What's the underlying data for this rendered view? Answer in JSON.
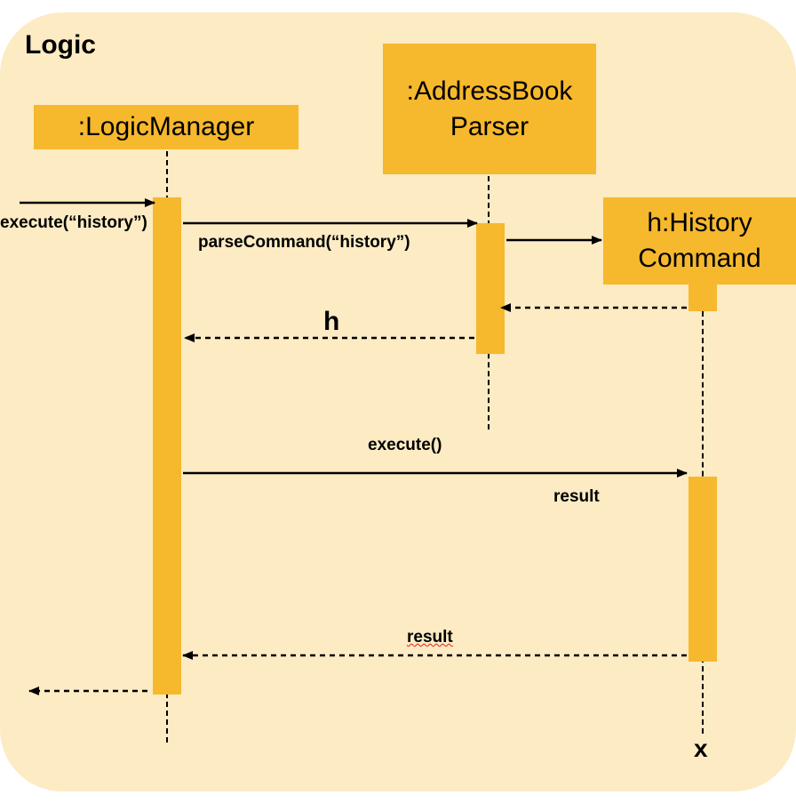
{
  "frame": {
    "title": "Logic"
  },
  "participants": {
    "logic_manager": ":LogicManager",
    "parser_line1": ":AddressBook",
    "parser_line2": "Parser",
    "command_line1": "h:History",
    "command_line2": "Command"
  },
  "messages": {
    "execute_history": "execute(“history”)",
    "parse_command": "parseCommand(“history”)",
    "return_h": "h",
    "execute": "execute()",
    "result_self": "result",
    "result_return": "result"
  },
  "destroy_mark": "x",
  "colors": {
    "frame_bg": "#fcebc3",
    "box_fill": "#f6b82d",
    "line": "#000000"
  }
}
